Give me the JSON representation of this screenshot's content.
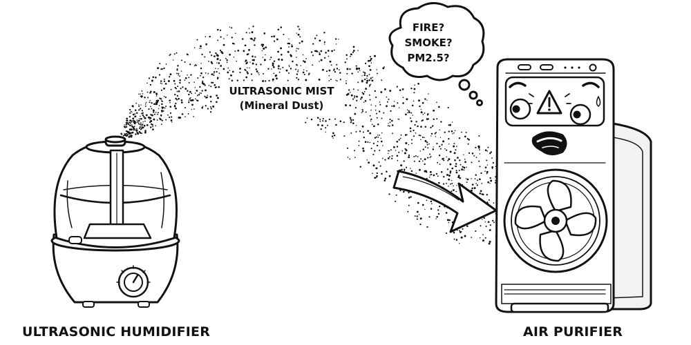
{
  "humidifier": {
    "label": "ULTRASONIC HUMIDIFIER"
  },
  "purifier": {
    "label": "AIR PURIFIER"
  },
  "mist": {
    "title": "ULTRASONIC MIST",
    "subtitle": "(Mineral Dust)"
  },
  "thought": {
    "lines": [
      "FIRE?",
      "SMOKE?",
      "PM2.5?"
    ]
  },
  "icons": [
    "warning-icon",
    "fan-icon",
    "arrow-icon",
    "control-knob-icon"
  ],
  "colors": {
    "ink": "#111111",
    "paper": "#ffffff",
    "shade": "#f2f2f2"
  }
}
